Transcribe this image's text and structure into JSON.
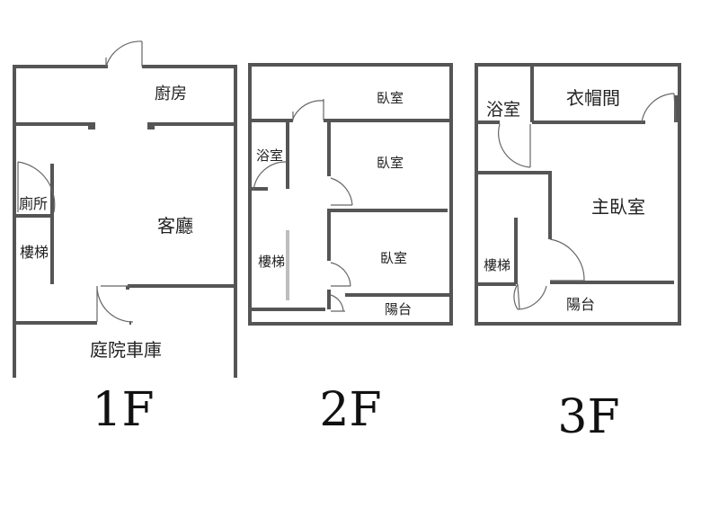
{
  "colors": {
    "wall": "#555555",
    "text": "#222222",
    "background": "#ffffff"
  },
  "floors": {
    "f1": {
      "label": "1F",
      "rooms": {
        "kitchen": "廚房",
        "living": "客廳",
        "toilet": "廁所",
        "stairs": "樓梯",
        "garage": "庭院車庫"
      }
    },
    "f2": {
      "label": "2F",
      "rooms": {
        "bedroom_top": "臥室",
        "bath": "浴室",
        "bedroom_mid": "臥室",
        "stairs": "樓梯",
        "bedroom_low": "臥室",
        "balcony": "陽台"
      }
    },
    "f3": {
      "label": "3F",
      "rooms": {
        "bath": "浴室",
        "closet": "衣帽間",
        "master": "主臥室",
        "stairs": "樓梯",
        "balcony": "陽台"
      }
    }
  }
}
